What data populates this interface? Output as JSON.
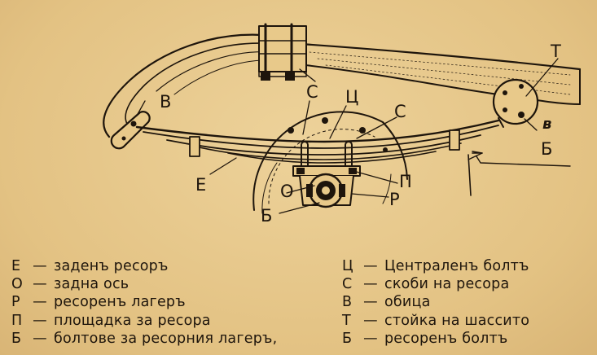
{
  "labels": {
    "v_left": "В",
    "s_top": "С",
    "ts": "Ц",
    "s_right": "С",
    "t": "Т",
    "v_right": "в",
    "b_right": "Б",
    "e": "Е",
    "p": "П",
    "o": "О",
    "r": "Р",
    "b_bottom": "Б"
  },
  "legend_left": [
    {
      "key": "Е",
      "dash": "—",
      "text": "заденъ ресоръ"
    },
    {
      "key": "О",
      "dash": "—",
      "text": "задна ось"
    },
    {
      "key": "Р",
      "dash": "—",
      "text": "ресоренъ лагеръ"
    },
    {
      "key": "П",
      "dash": "—",
      "text": "площадка за ресора"
    },
    {
      "key": "Б",
      "dash": "—",
      "text": "болтове за ресорния лагеръ,"
    }
  ],
  "legend_right": [
    {
      "key": "Ц",
      "dash": "—",
      "text": "Централенъ болтъ"
    },
    {
      "key": "С",
      "dash": "—",
      "text": "скоби на ресора"
    },
    {
      "key": "В",
      "dash": "—",
      "text": "обица"
    },
    {
      "key": "Т",
      "dash": "—",
      "text": "стойка на шассито"
    },
    {
      "key": "Б",
      "dash": "—",
      "text": "ресоренъ болтъ"
    }
  ]
}
